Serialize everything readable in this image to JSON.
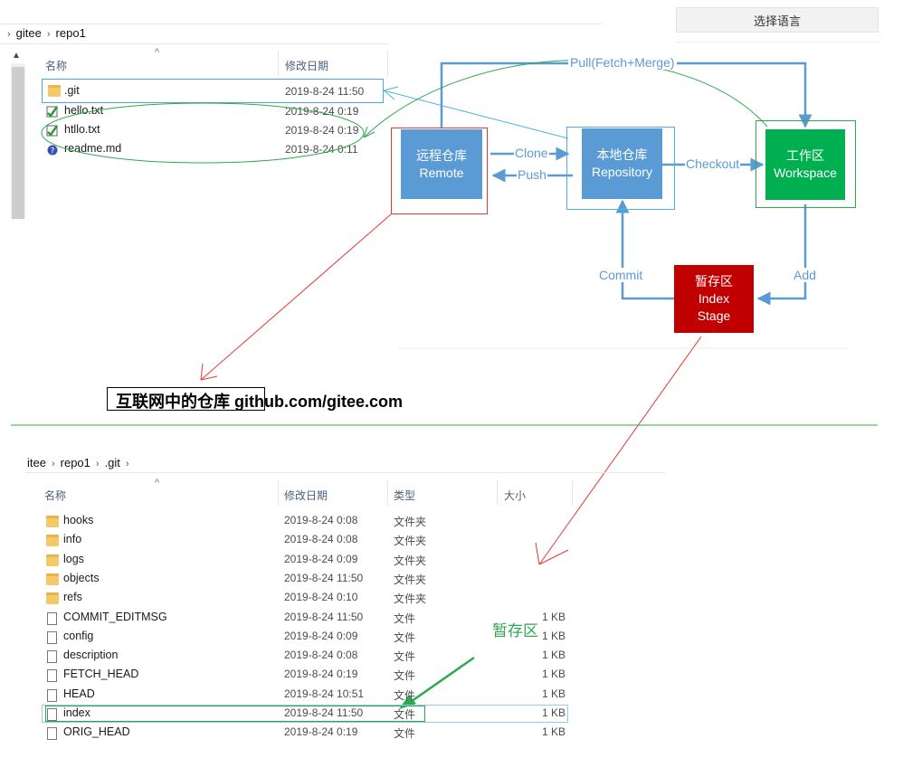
{
  "language_button": "选择语言",
  "top_explorer": {
    "breadcrumb": [
      "gitee",
      "repo1"
    ],
    "columns": {
      "name": "名称",
      "modified": "修改日期"
    },
    "rows": [
      {
        "name": ".git",
        "date": "2019-8-24 11:50",
        "icon": "folder-icon"
      },
      {
        "name": "hello.txt",
        "date": "2019-8-24 0:19",
        "icon": "tracked-file-icon"
      },
      {
        "name": "htllo.txt",
        "date": "2019-8-24 0:19",
        "icon": "tracked-file-icon"
      },
      {
        "name": "readme.md",
        "date": "2019-8-24 0:11",
        "icon": "unknown-file-icon"
      }
    ]
  },
  "diagram": {
    "remote": {
      "line1": "远程仓库",
      "line2": "Remote"
    },
    "repository": {
      "line1": "本地仓库",
      "line2": "Repository"
    },
    "workspace": {
      "line1": "工作区",
      "line2": "Workspace"
    },
    "index": {
      "line1": "暂存区",
      "line2": "Index",
      "line3": "Stage"
    },
    "labels": {
      "pull": "Pull(Fetch+Merge)",
      "clone": "Clone",
      "push": "Push",
      "checkout": "Checkout",
      "commit": "Commit",
      "add": "Add"
    },
    "colors": {
      "blue": "#5b9bd5",
      "green": "#00b050",
      "red": "#c00000"
    }
  },
  "annotation_internet": {
    "boxed": "互联网中的仓库",
    "rest": " github.com/gitee.com"
  },
  "annotation_staging": "暂存区",
  "bottom_explorer": {
    "breadcrumb": [
      "itee",
      "repo1",
      ".git"
    ],
    "columns": {
      "name": "名称",
      "modified": "修改日期",
      "type": "类型",
      "size": "大小"
    },
    "rows": [
      {
        "name": "hooks",
        "date": "2019-8-24 0:08",
        "type": "文件夹",
        "size": "",
        "icon": "folder-icon"
      },
      {
        "name": "info",
        "date": "2019-8-24 0:08",
        "type": "文件夹",
        "size": "",
        "icon": "folder-icon"
      },
      {
        "name": "logs",
        "date": "2019-8-24 0:09",
        "type": "文件夹",
        "size": "",
        "icon": "folder-icon"
      },
      {
        "name": "objects",
        "date": "2019-8-24 11:50",
        "type": "文件夹",
        "size": "",
        "icon": "folder-icon"
      },
      {
        "name": "refs",
        "date": "2019-8-24 0:10",
        "type": "文件夹",
        "size": "",
        "icon": "folder-icon"
      },
      {
        "name": "COMMIT_EDITMSG",
        "date": "2019-8-24 11:50",
        "type": "文件",
        "size": "1 KB",
        "icon": "file-icon"
      },
      {
        "name": "config",
        "date": "2019-8-24 0:09",
        "type": "文件",
        "size": "1 KB",
        "icon": "file-icon"
      },
      {
        "name": "description",
        "date": "2019-8-24 0:08",
        "type": "文件",
        "size": "1 KB",
        "icon": "file-icon"
      },
      {
        "name": "FETCH_HEAD",
        "date": "2019-8-24 0:19",
        "type": "文件",
        "size": "1 KB",
        "icon": "file-icon"
      },
      {
        "name": "HEAD",
        "date": "2019-8-24 10:51",
        "type": "文件",
        "size": "1 KB",
        "icon": "file-icon"
      },
      {
        "name": "index",
        "date": "2019-8-24 11:50",
        "type": "文件",
        "size": "1 KB",
        "icon": "file-icon"
      },
      {
        "name": "ORIG_HEAD",
        "date": "2019-8-24 0:19",
        "type": "文件",
        "size": "1 KB",
        "icon": "file-icon"
      }
    ]
  }
}
